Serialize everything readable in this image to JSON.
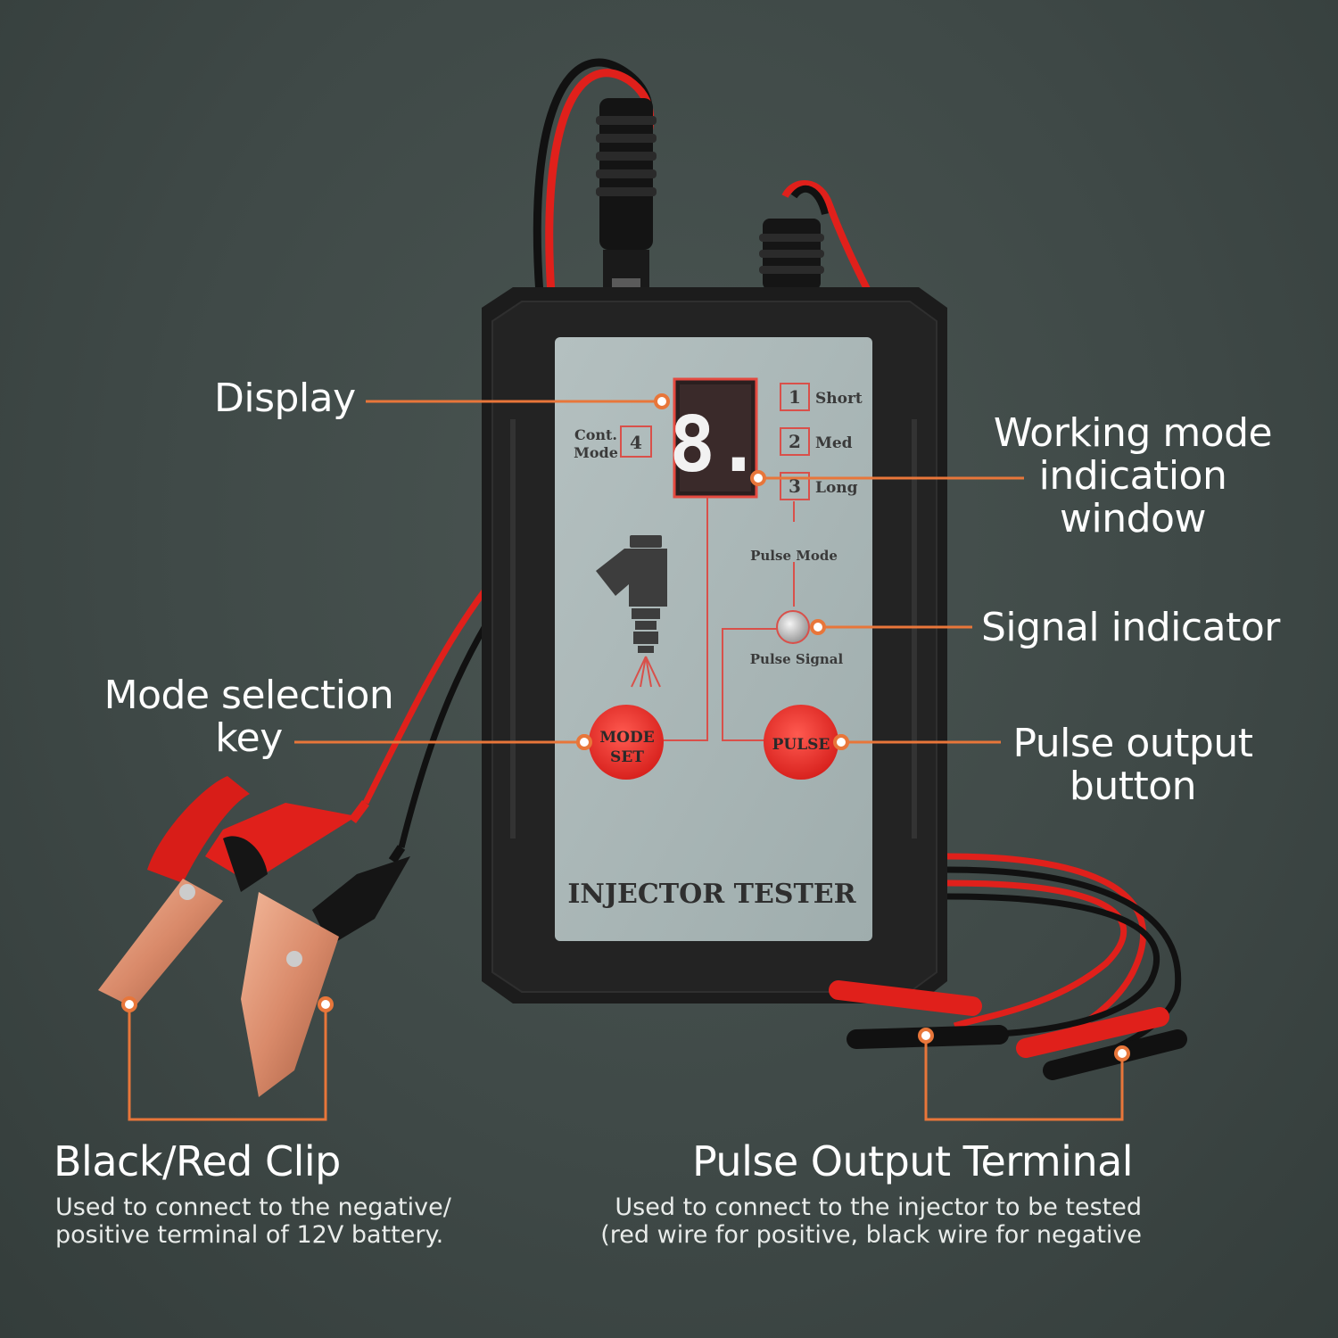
{
  "colors": {
    "accent": "#e8763a",
    "panel": "#a9b6b6",
    "button_red": "#e73a36",
    "case": "#1c1c1c"
  },
  "device": {
    "product_name": "INJECTOR TESTER",
    "display_digit": "8.",
    "cont_mode_label_line1": "Cont.",
    "cont_mode_label_line2": "Mode",
    "cont_mode_number": "4",
    "modes": [
      {
        "number": "1",
        "label": "Short"
      },
      {
        "number": "2",
        "label": "Med"
      },
      {
        "number": "3",
        "label": "Long"
      }
    ],
    "pulse_mode_label": "Pulse Mode",
    "pulse_signal_label": "Pulse Signal",
    "mode_set_button_line1": "MODE",
    "mode_set_button_line2": "SET",
    "pulse_button": "PULSE",
    "icon": "fuel-injector-icon"
  },
  "callouts": {
    "display": "Display",
    "working_mode": [
      "Working mode",
      "indication",
      "window"
    ],
    "signal_indicator": "Signal indicator",
    "mode_selection": [
      "Mode selection",
      "key"
    ],
    "pulse_output_button": [
      "Pulse output",
      "button"
    ]
  },
  "sections": {
    "clip": {
      "title": "Black/Red Clip",
      "description": [
        "Used to connect to the negative/",
        "positive terminal of 12V battery."
      ]
    },
    "terminal": {
      "title": "Pulse Output Terminal",
      "description": [
        "Used to connect to the injector to be tested",
        "(red wire for positive, black wire for negative"
      ]
    }
  }
}
